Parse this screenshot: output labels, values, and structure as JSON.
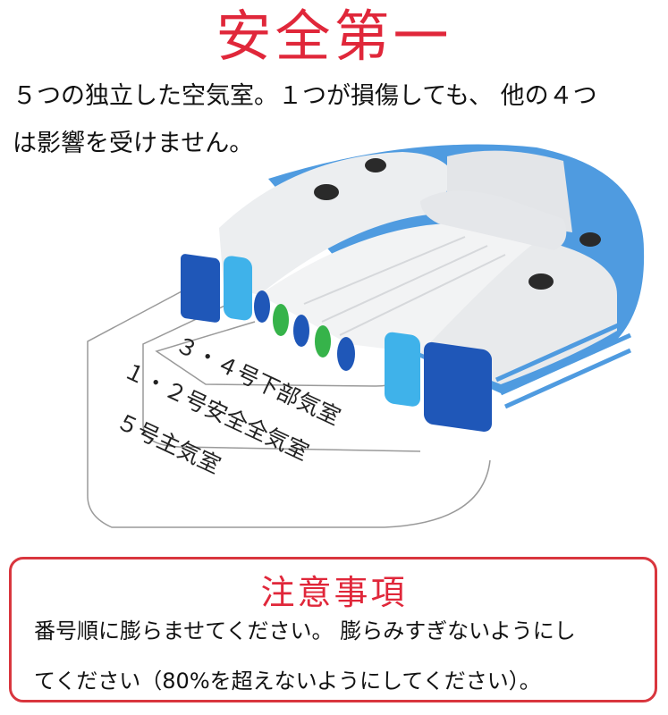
{
  "title": "安全第一",
  "description": {
    "line1": "５つの独立した空気室。１つが損傷しても、 他の４つ",
    "line2": "は影響を受けません。"
  },
  "chambers": {
    "label_3_4": "３・４号下部気室",
    "label_1_2": "１・２号安全全気室",
    "label_5": "５号主気室"
  },
  "notice": {
    "title": "注意事項",
    "line1": "番号順に膨らませてください。 膨らみすぎないようにし",
    "line2": "てください（80%を超えないようにしてください）。"
  },
  "colors": {
    "title_red": "#e0273a",
    "boat_blue": "#4f9be0",
    "chamber_dark_blue": "#1f57b8",
    "chamber_light_blue": "#3fb2ea",
    "chamber_green": "#36b34a"
  }
}
